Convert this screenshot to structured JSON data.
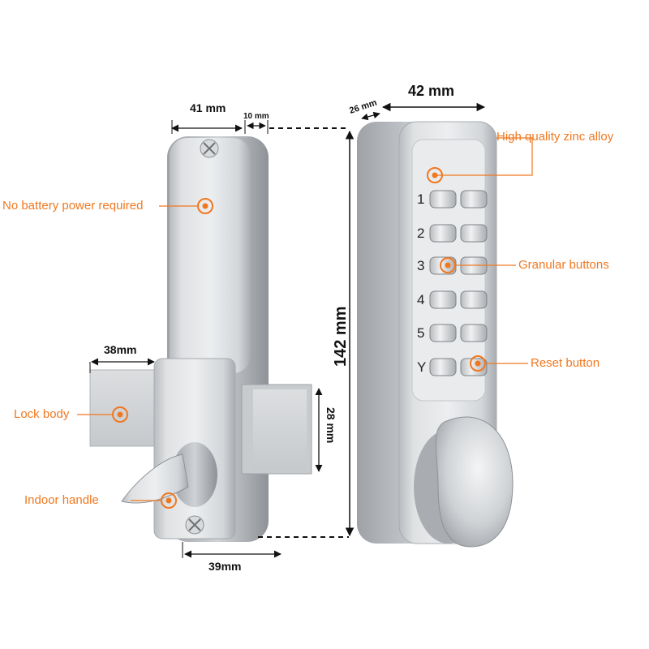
{
  "accent_color": "#f07820",
  "callouts": {
    "zinc": "High quality zinc alloy",
    "battery": "No battery power required",
    "buttons": "Granular buttons",
    "reset": "Reset button",
    "lock_body": "Lock body",
    "handle": "Indoor handle"
  },
  "dimensions": {
    "d41": "41 mm",
    "d10": "10 mm",
    "d26": "26 mm",
    "d42": "42 mm",
    "d142": "142 mm",
    "d38": "38mm",
    "d28": "28 mm",
    "d39": "39mm"
  },
  "keypad": {
    "left_labels": [
      "1",
      "2",
      "3",
      "4",
      "5",
      "Y"
    ]
  }
}
